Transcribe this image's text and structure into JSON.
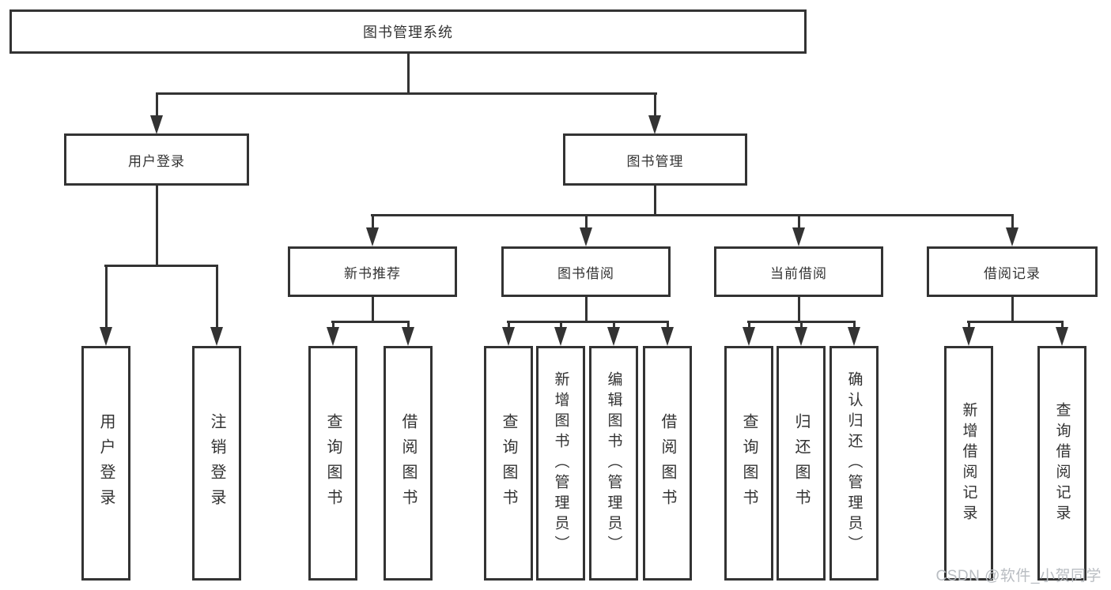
{
  "colors": {
    "line": "#333333",
    "text": "#333333",
    "background": "#ffffff",
    "watermark": "#b9bdc2"
  },
  "tree": {
    "root": "图书管理系统",
    "children": [
      {
        "label": "用户登录",
        "children": [
          "用户登录",
          "注销登录"
        ]
      },
      {
        "label": "图书管理",
        "children": [
          {
            "label": "新书推荐",
            "children": [
              "查询图书",
              "借阅图书"
            ]
          },
          {
            "label": "图书借阅",
            "children": [
              "查询图书",
              "新增图书（管理员）",
              "编辑图书（管理员）",
              "借阅图书"
            ]
          },
          {
            "label": "当前借阅",
            "children": [
              "查询图书",
              "归还图书",
              "确认归还（管理员）"
            ]
          },
          {
            "label": "借阅记录",
            "children": [
              "新增借阅记录",
              "查询借阅记录"
            ]
          }
        ]
      }
    ]
  },
  "watermark": {
    "text": "CSDN @软件_小贺同学"
  }
}
